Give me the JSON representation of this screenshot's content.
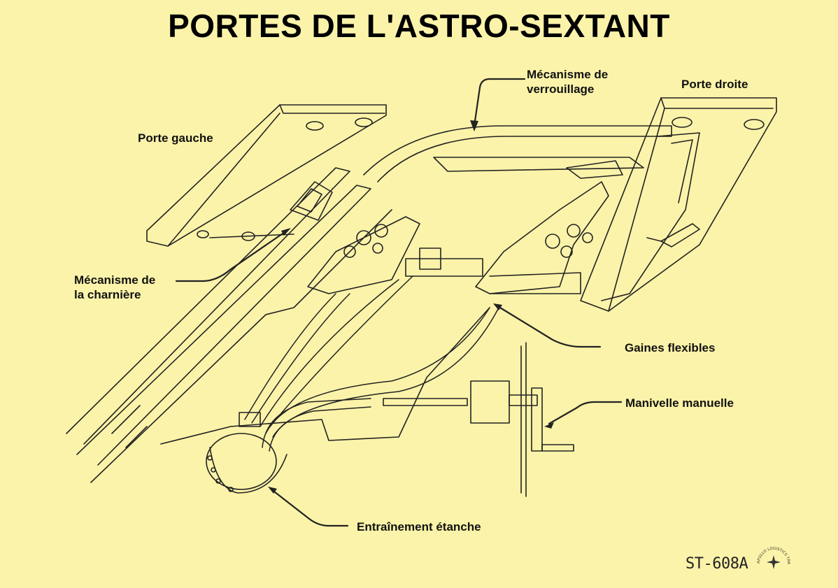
{
  "title": "PORTES DE L'ASTRO-SEXTANT",
  "labels": {
    "porte_gauche": "Porte gauche",
    "porte_droite": "Porte droite",
    "verrouillage": [
      "Mécanisme de",
      "verrouillage"
    ],
    "charniere": [
      "Mécanisme de",
      "la charnière"
    ],
    "gaines": "Gaines flexibles",
    "manivelle": "Manivelle manuelle",
    "entrainement": "Entraînement étanche"
  },
  "figure_code": "ST-608A",
  "logo_text": "APOLLO LOGISTICS TRAINING",
  "colors": {
    "background": "#fbf3a9",
    "ink": "#222222"
  }
}
